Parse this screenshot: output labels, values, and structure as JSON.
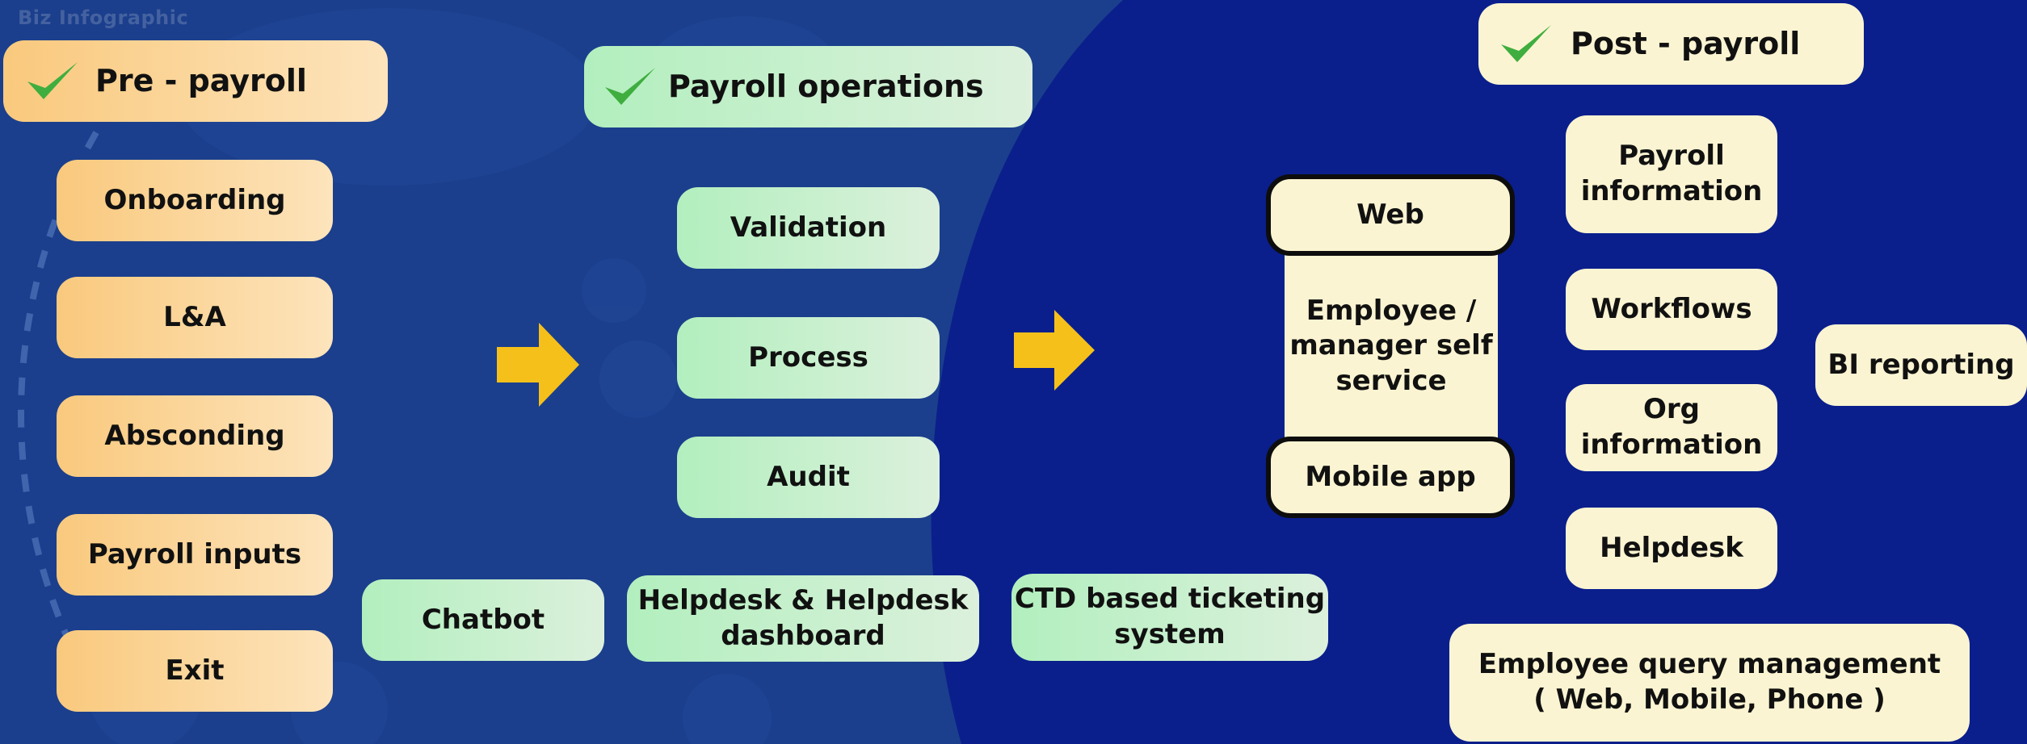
{
  "watermark": "Biz Infographic",
  "colors": {
    "background_left": "#1b3f8c",
    "background_right": "#0a1f8c",
    "pre_payroll_fill": "#f9c97d",
    "payroll_ops_fill": "#b2efbe",
    "post_payroll_fill": "#fbf4d2",
    "checkmark": "#3fae3f",
    "arrow": "#f6c01a"
  },
  "pre_payroll": {
    "header": "Pre - payroll",
    "items": [
      "Onboarding",
      "L&A",
      "Absconding",
      "Payroll inputs",
      "Exit"
    ]
  },
  "payroll_operations": {
    "header": "Payroll operations",
    "items": [
      "Validation",
      "Process",
      "Audit"
    ]
  },
  "support": {
    "chatbot": "Chatbot",
    "helpdesk_line1": "Helpdesk & Helpdesk",
    "helpdesk_line2": "dashboard",
    "ctd_line1": "CTD based ticketing",
    "ctd_line2": "system"
  },
  "self_service": {
    "web": "Web",
    "middle_line1": "Employee /",
    "middle_line2": "manager self",
    "middle_line3": "service",
    "mobile": "Mobile app"
  },
  "post_payroll": {
    "header": "Post - payroll",
    "payroll_info_line1": "Payroll",
    "payroll_info_line2": "information",
    "workflows": "Workflows",
    "org_info_line1": "Org",
    "org_info_line2": "information",
    "helpdesk": "Helpdesk",
    "bi_reporting": "BI reporting",
    "query_line1": "Employee query management",
    "query_line2": "( Web, Mobile, Phone )"
  }
}
